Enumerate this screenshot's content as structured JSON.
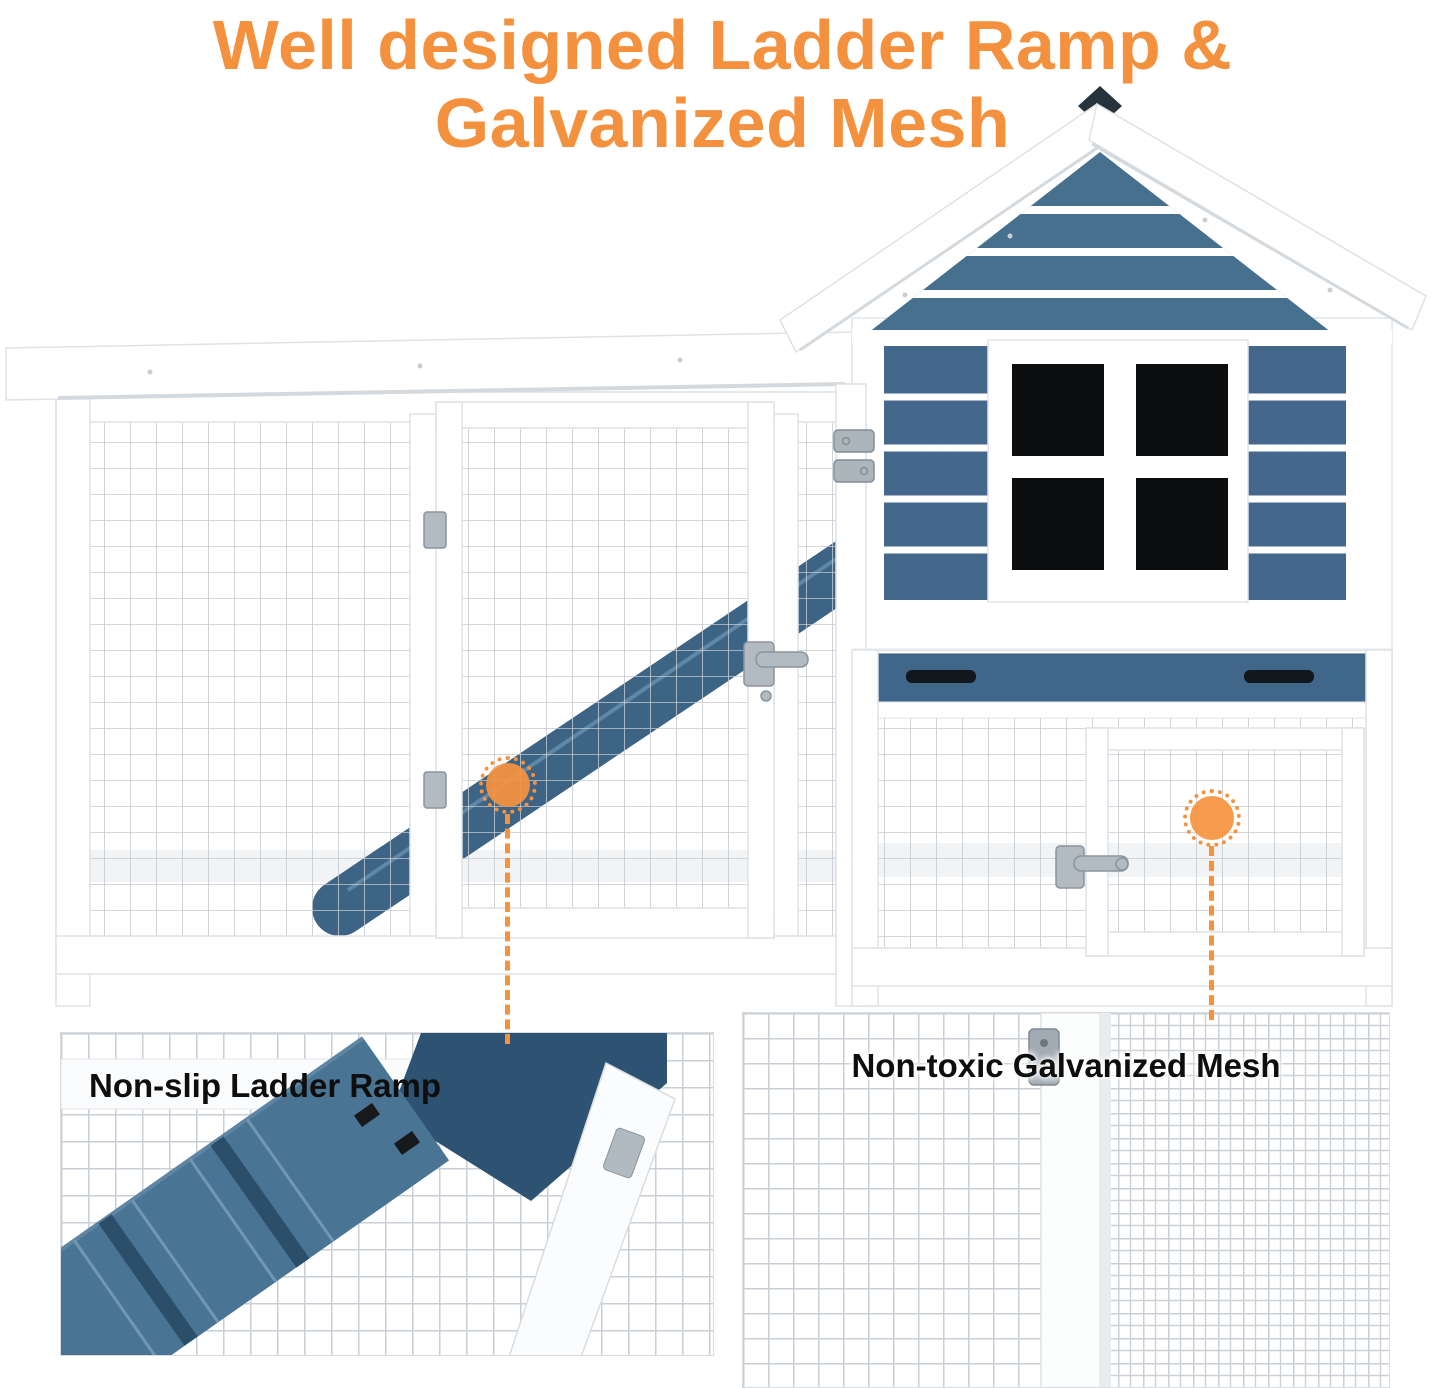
{
  "title": {
    "line1": "Well designed Ladder Ramp &",
    "line2": "Galvanized Mesh"
  },
  "callouts": {
    "ramp": {
      "label": "Non-slip Ladder Ramp"
    },
    "mesh": {
      "label": "Non-toxic Galvanized Mesh"
    }
  },
  "colors": {
    "accent_orange": "#F6923E",
    "title_orange": "#F4913E",
    "coop_blue": "#44688C",
    "gable_blue": "#47708F",
    "ramp_blue": "#3D6485",
    "tray_blue": "#40668A",
    "window_black": "#0B0D0F",
    "mesh_line_gray": "#C4CAD1",
    "hardware_gray": "#B3BBC2"
  }
}
